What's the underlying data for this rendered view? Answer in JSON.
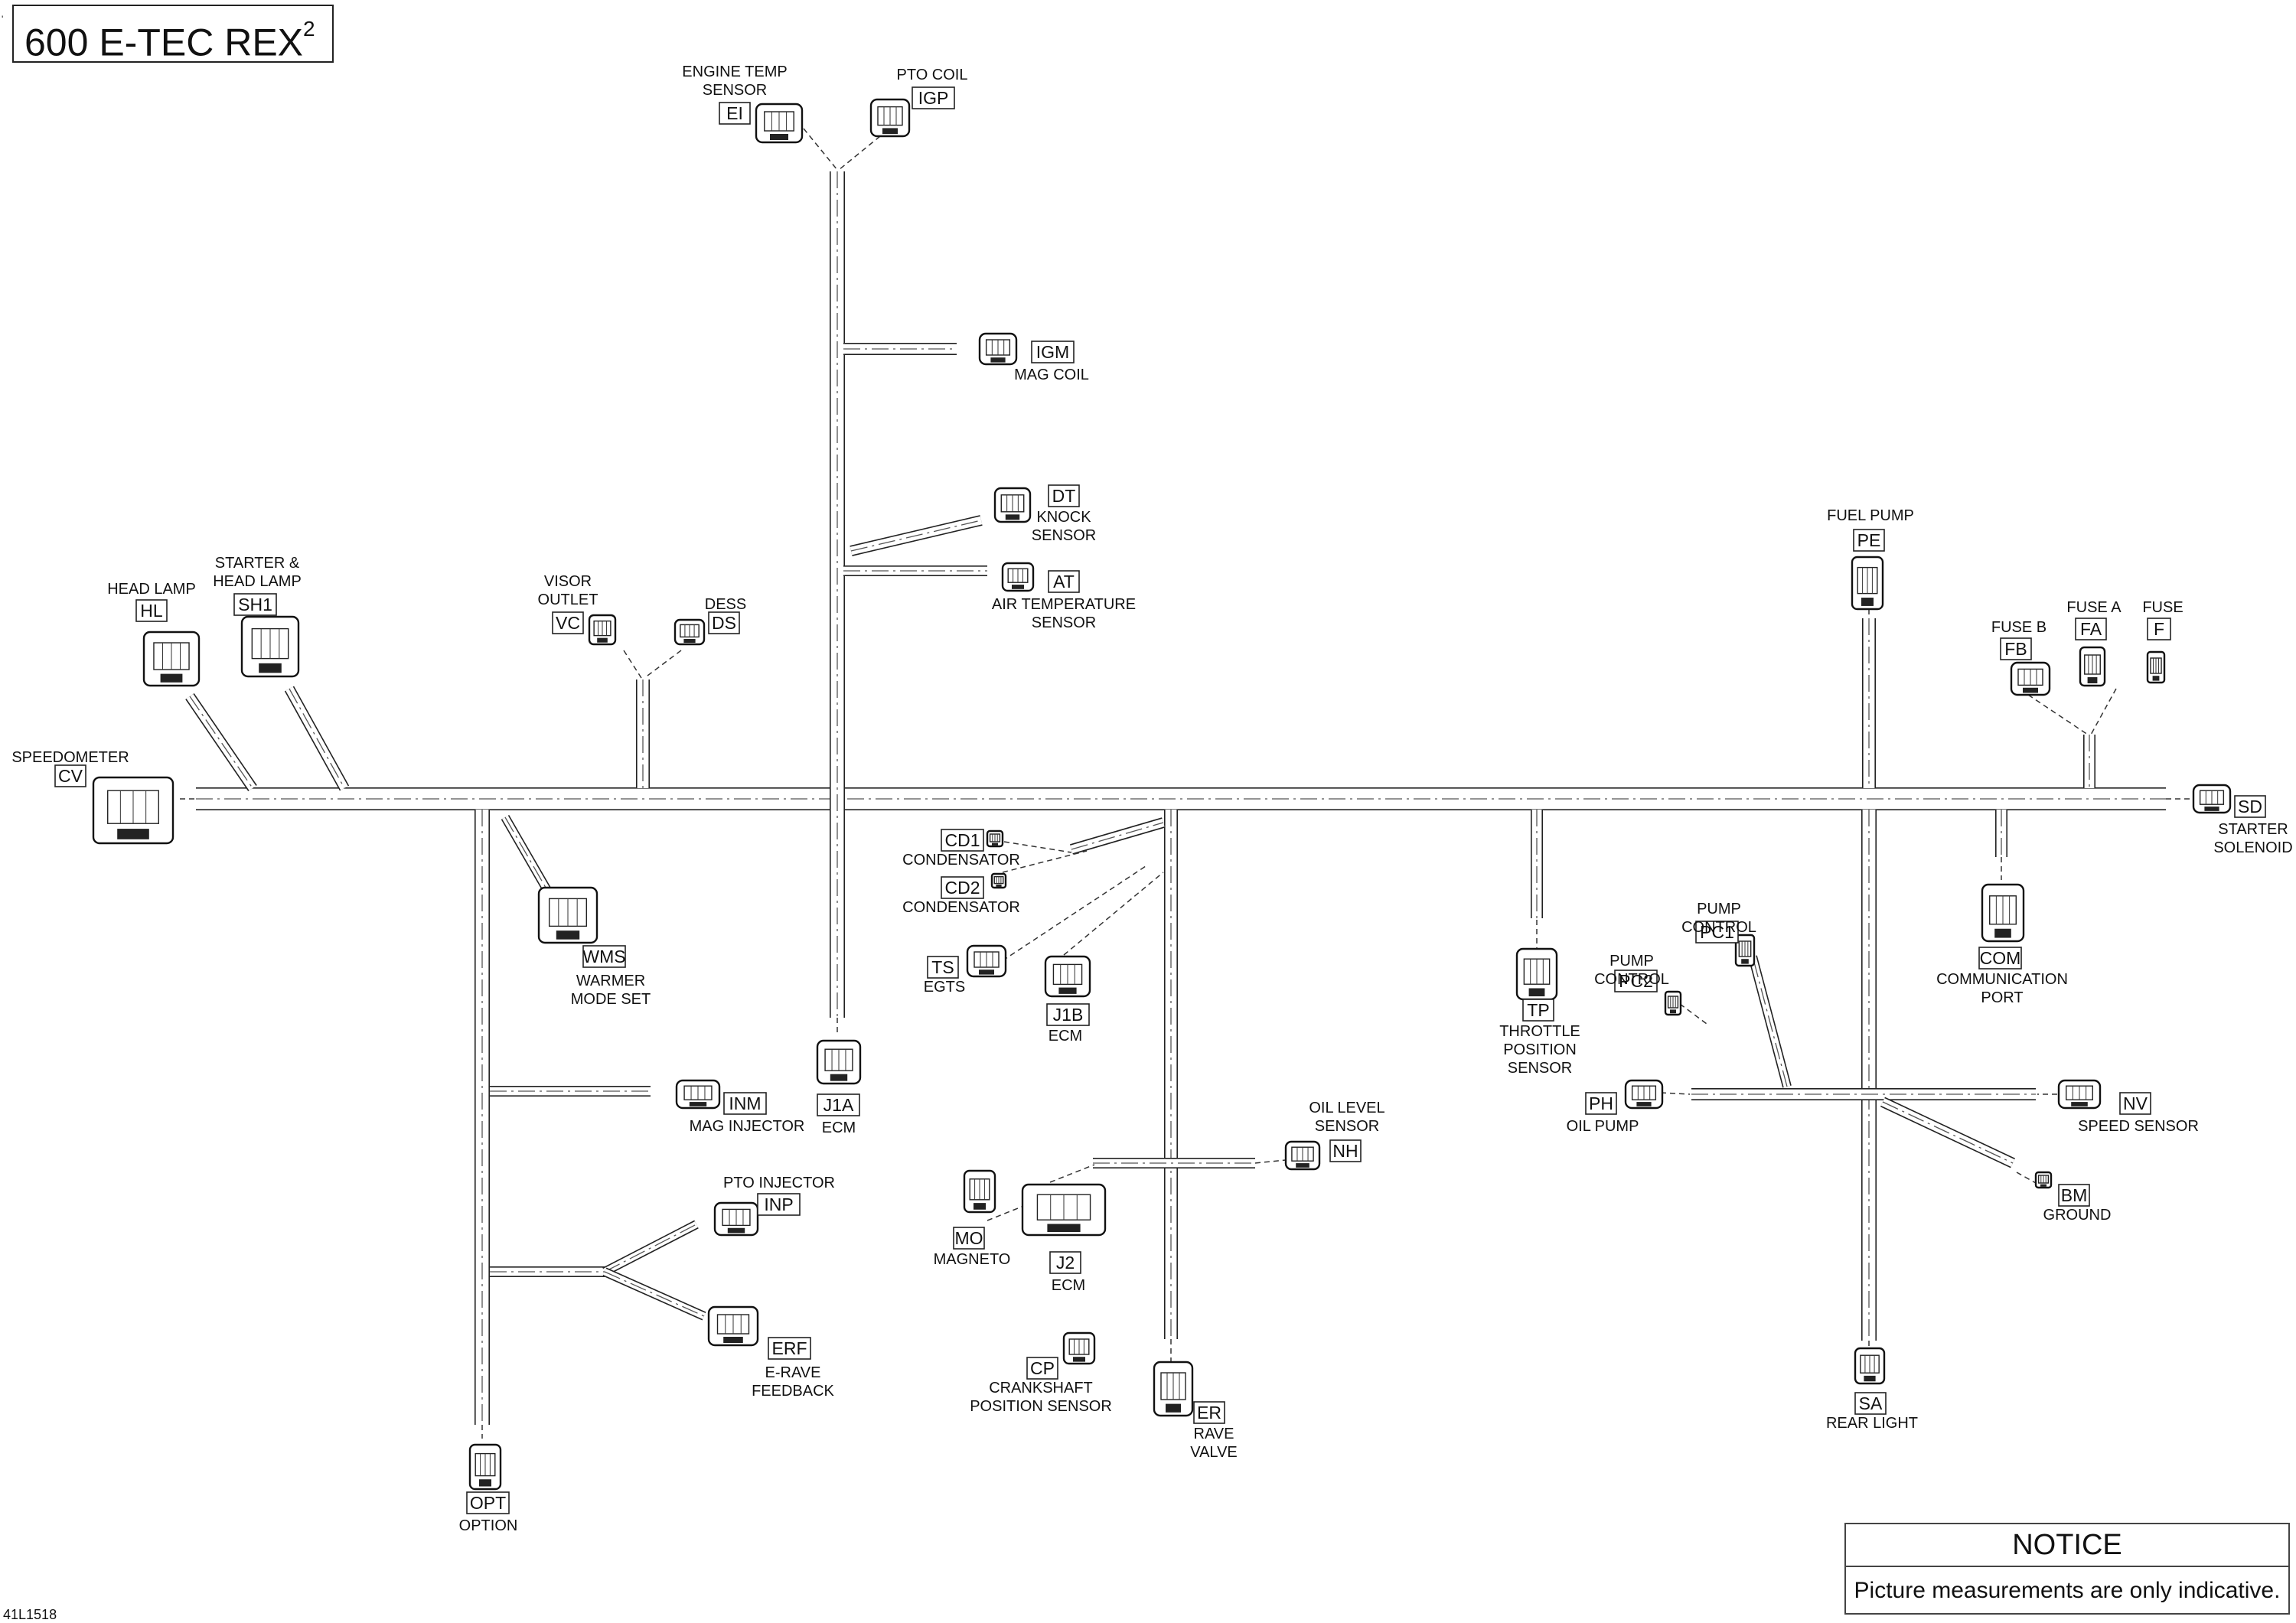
{
  "header": {
    "title": "600 E-TEC REX",
    "superscript": "2"
  },
  "notice": {
    "heading": "NOTICE",
    "text": "Picture measurements are only indicative."
  },
  "figure_id": "41L1518",
  "corner_mark": "'",
  "connectors": [
    {
      "id": "cv",
      "code": "CV",
      "label": [
        "SPEEDOMETER"
      ]
    },
    {
      "id": "hl",
      "code": "HL",
      "label": [
        "HEAD LAMP"
      ]
    },
    {
      "id": "sh1",
      "code": "SH1",
      "label": [
        "STARTER &",
        "HEAD LAMP"
      ]
    },
    {
      "id": "vc",
      "code": "VC",
      "label": [
        "VISOR",
        "OUTLET"
      ]
    },
    {
      "id": "ds",
      "code": "DS",
      "label": [
        "DESS"
      ]
    },
    {
      "id": "ei",
      "code": "EI",
      "label": [
        "ENGINE TEMP",
        "SENSOR"
      ]
    },
    {
      "id": "igp",
      "code": "IGP",
      "label": [
        "PTO COIL"
      ]
    },
    {
      "id": "igm",
      "code": "IGM",
      "label": [
        "MAG COIL"
      ]
    },
    {
      "id": "dt",
      "code": "DT",
      "label": [
        "KNOCK",
        "SENSOR"
      ]
    },
    {
      "id": "at",
      "code": "AT",
      "label": [
        "AIR TEMPERATURE",
        "SENSOR"
      ]
    },
    {
      "id": "wms",
      "code": "WMS",
      "label": [
        "WARMER",
        "MODE SET"
      ]
    },
    {
      "id": "j1a",
      "code": "J1A",
      "label": [
        "ECM"
      ]
    },
    {
      "id": "inm",
      "code": "INM",
      "label": [
        "MAG INJECTOR"
      ]
    },
    {
      "id": "inp",
      "code": "INP",
      "label": [
        "PTO INJECTOR"
      ]
    },
    {
      "id": "erf",
      "code": "ERF",
      "label": [
        "E-RAVE",
        "FEEDBACK"
      ]
    },
    {
      "id": "opt",
      "code": "OPT",
      "label": [
        "OPTION"
      ]
    },
    {
      "id": "cd1",
      "code": "CD1",
      "label": [
        "CONDENSATOR"
      ]
    },
    {
      "id": "cd2",
      "code": "CD2",
      "label": [
        "CONDENSATOR"
      ]
    },
    {
      "id": "ts",
      "code": "TS",
      "label": [
        "EGTS"
      ]
    },
    {
      "id": "j1b",
      "code": "J1B",
      "label": [
        "ECM"
      ]
    },
    {
      "id": "mo",
      "code": "MO",
      "label": [
        "MAGNETO"
      ]
    },
    {
      "id": "j2",
      "code": "J2",
      "label": [
        "ECM"
      ]
    },
    {
      "id": "cp",
      "code": "CP",
      "label": [
        "CRANKSHAFT",
        "POSITION SENSOR"
      ]
    },
    {
      "id": "er",
      "code": "ER",
      "label": [
        "RAVE",
        "VALVE"
      ]
    },
    {
      "id": "nh",
      "code": "NH",
      "label": [
        "OIL LEVEL",
        "SENSOR"
      ]
    },
    {
      "id": "tp",
      "code": "TP",
      "label": [
        "THROTTLE",
        "POSITION",
        "SENSOR"
      ]
    },
    {
      "id": "pe",
      "code": "PE",
      "label": [
        "FUEL PUMP"
      ]
    },
    {
      "id": "fb",
      "code": "FB",
      "label": [
        "FUSE B"
      ]
    },
    {
      "id": "fa",
      "code": "FA",
      "label": [
        "FUSE A"
      ]
    },
    {
      "id": "f",
      "code": "F",
      "label": [
        "FUSE"
      ]
    },
    {
      "id": "sd",
      "code": "SD",
      "label": [
        "STARTER",
        "SOLENOID"
      ]
    },
    {
      "id": "com",
      "code": "COM",
      "label": [
        "COMMUNICATION",
        "PORT"
      ]
    },
    {
      "id": "pc1",
      "code": "PC1",
      "label": [
        "PUMP",
        "CONTROL"
      ]
    },
    {
      "id": "pc2",
      "code": "PC2",
      "label": [
        "PUMP",
        "CONTROL"
      ]
    },
    {
      "id": "ph",
      "code": "PH",
      "label": [
        "OIL PUMP"
      ]
    },
    {
      "id": "nv",
      "code": "NV",
      "label": [
        "SPEED SENSOR"
      ]
    },
    {
      "id": "bm",
      "code": "BM",
      "label": [
        "GROUND"
      ]
    },
    {
      "id": "sa",
      "code": "SA",
      "label": [
        "REAR LIGHT"
      ]
    }
  ]
}
